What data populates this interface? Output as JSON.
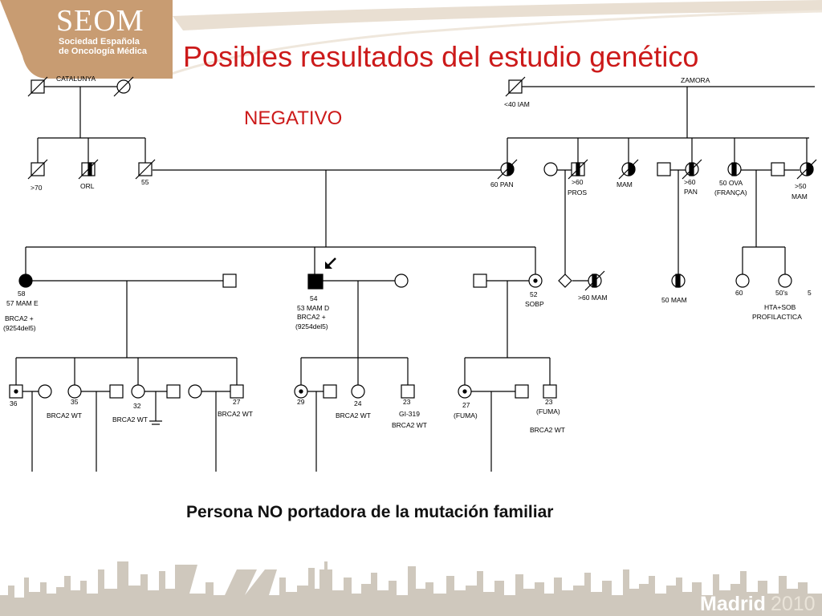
{
  "header": {
    "logo": {
      "name": "SEOM",
      "line1": "Sociedad Española",
      "line2": "de Oncología Médica"
    },
    "title": "Posibles resultados del estudio genético",
    "accent_color": "#cc1a1a",
    "band_color": "#c89c72"
  },
  "result_label": "NEGATIVO",
  "pedigree": {
    "branch_left": "CATALUNYA",
    "branch_right": "ZAMORA",
    "labels": {
      "gf_right": "<40 IAM",
      "uncle_70": ">70",
      "orl": "ORL",
      "age_55": "55",
      "aunt_60pan": "60 PAN",
      "u_60": ">60",
      "pros": "PROS",
      "mam_1": "MAM",
      "u2_60": ">60",
      "pan_2": "PAN",
      "ova_50": "50 OVA",
      "franca": "(FRANÇA)",
      "far_50": ">50",
      "mam_far": "MAM",
      "p58_age": "58",
      "p58_dx": "57 MAM E",
      "p58_brca": "BRCA2 +",
      "p58_mut": "(9254del5)",
      "p54_age": "54",
      "p54_dx": "53 MAM D",
      "p54_brca": "BRCA2 +",
      "p54_mut": "(9254del5)",
      "p52_age": "52",
      "p52_dx": "SOBP",
      "c60mam": ">60 MAM",
      "c50mam": "50 MAM",
      "c60": "60",
      "c50s": "50's",
      "hta": "HTA+SOB",
      "profil": "PROFILACTICA",
      "c5": "5",
      "g36": "36",
      "g35": "35",
      "g35_wt": "BRCA2  WT",
      "g32": "32",
      "g32_wt": "BRCA2 WT",
      "g27a": "27",
      "g27a_wt": "BRCA2 WT",
      "g29": "29",
      "g24": "24",
      "g24_wt": "BRCA2 WT",
      "g23a": "23",
      "gi319": "GI-319",
      "g23a_wt": "BRCA2 WT",
      "g27b": "27",
      "fuma_a": "(FUMA)",
      "g23b": "23",
      "fuma_b": "(FUMA)",
      "g23b_wt": "BRCA2 WT"
    }
  },
  "caption": "Persona NO portadora de la mutación familiar",
  "footer": {
    "city": "Madrid",
    "year": "2010"
  }
}
